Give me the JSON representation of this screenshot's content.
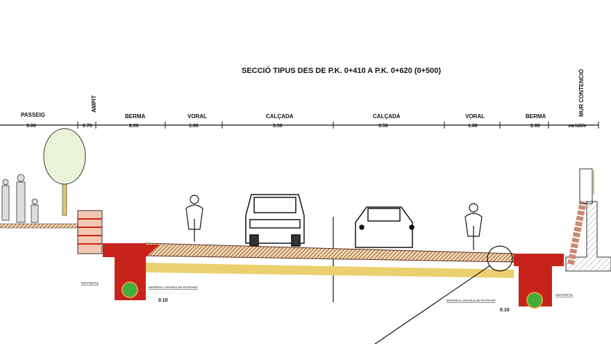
{
  "title": "SECCIÓ TIPUS DES DE P.K. 0+410 A P.K. 0+620 (0+500)",
  "segments": [
    {
      "name": "PASSEIG",
      "width": "3.00"
    },
    {
      "name": "AMPIT",
      "width": "0.70"
    },
    {
      "name": "BERMA",
      "width": "2.00"
    },
    {
      "name": "VORAL",
      "width": "1.60"
    },
    {
      "name": "CALÇADA",
      "width": "3.50"
    },
    {
      "name": "CALÇADA",
      "width": "3.50"
    },
    {
      "name": "VORAL",
      "width": "1.60"
    },
    {
      "name": "BERMA",
      "width": "2.00"
    },
    {
      "name": "MUR CONTENCIÓ",
      "width": "variable"
    }
  ],
  "notes": {
    "geotextil_left": "GEOTEXTIL",
    "geotextil_right": "GEOTEXTIL",
    "material_left": "MATERIAL GRANULAR FILTRANT",
    "material_right": "MATERIAL GRANULAR FILTRANT",
    "dim_010_left": "0.10",
    "dim_010_right": "0.10"
  },
  "colors": {
    "concrete": "#c8231b",
    "asphalt_hatch": "#8a5a3a",
    "subbase": "#e8c85a",
    "drain": "#3fae3a"
  }
}
